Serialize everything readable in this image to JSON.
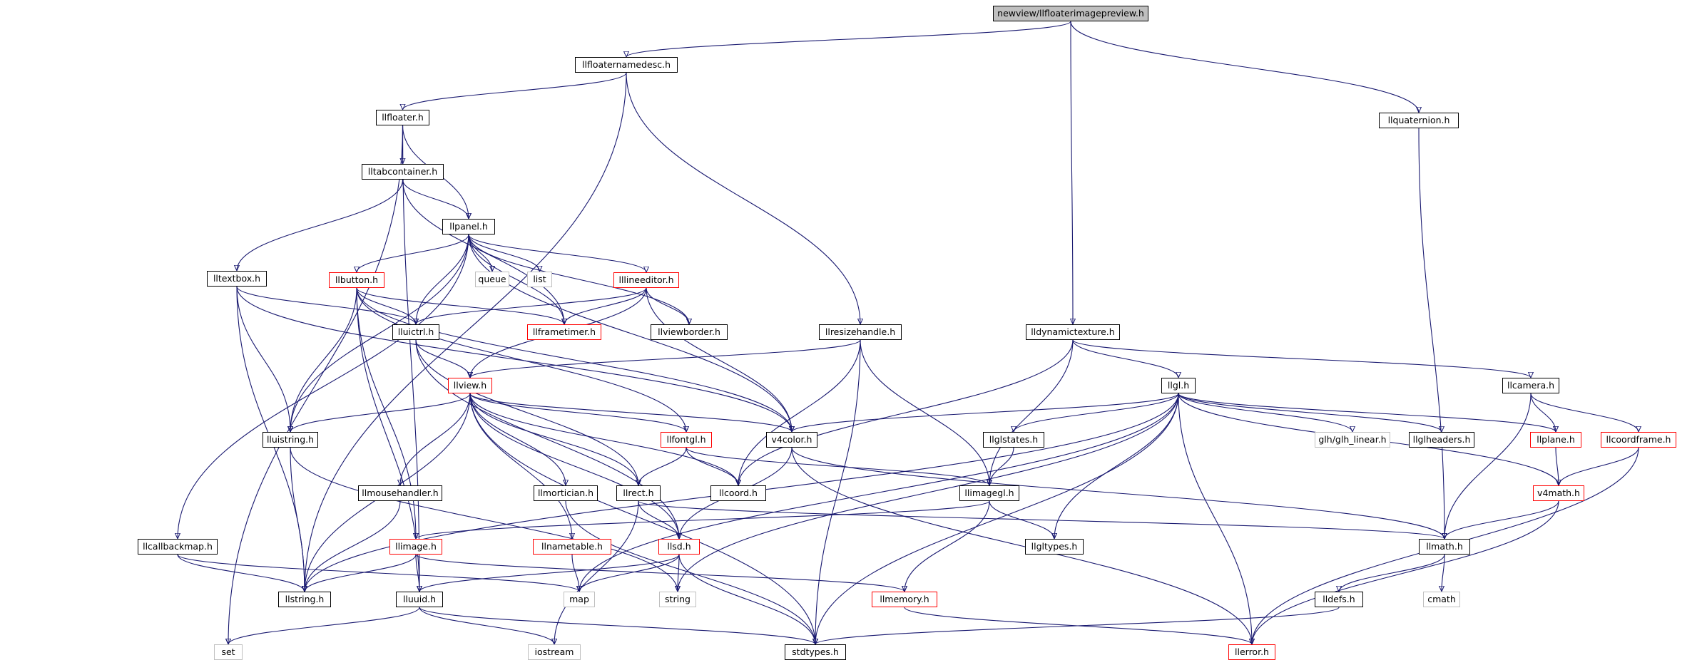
{
  "graph_title": "newview/llfloaterimagepreview.h",
  "colors": {
    "edge": "#191970",
    "node_border": "#000000",
    "undocumented_border": "#ff0000",
    "system_border": "#bfbfbf",
    "root_fill": "#bfbfbf"
  },
  "nodes": {
    "root": "newview/llfloaterimagepreview.h",
    "llfloaternamedesc": "llfloaternamedesc.h",
    "llquaternion": "llquaternion.h",
    "llfloater": "llfloater.h",
    "lltabcontainer": "lltabcontainer.h",
    "llpanel": "llpanel.h",
    "lltextbox": "lltextbox.h",
    "llbutton": "llbutton.h",
    "queue": "queue",
    "list": "list",
    "lllineeditor": "lllineeditor.h",
    "llresizehandle": "llresizehandle.h",
    "lldynamictexture": "lldynamictexture.h",
    "lluictrl": "lluictrl.h",
    "llframetimer": "llframetimer.h",
    "llviewborder": "llviewborder.h",
    "llview": "llview.h",
    "llgl": "llgl.h",
    "llcamera": "llcamera.h",
    "lluistring": "lluistring.h",
    "llfontgl": "llfontgl.h",
    "v4color": "v4color.h",
    "llglstates": "llglstates.h",
    "glh_linear": "glh/glh_linear.h",
    "llglheaders": "llglheaders.h",
    "llplane": "llplane.h",
    "llcoordframe": "llcoordframe.h",
    "llmousehandler": "llmousehandler.h",
    "llmortician": "llmortician.h",
    "llrect": "llrect.h",
    "llcoord": "llcoord.h",
    "llimagegl": "llimagegl.h",
    "v4math": "v4math.h",
    "llcallbackmap": "llcallbackmap.h",
    "llimage": "llimage.h",
    "llnametable": "llnametable.h",
    "llsd": "llsd.h",
    "llgltypes": "llgltypes.h",
    "llmath": "llmath.h",
    "llstring": "llstring.h",
    "lluuid": "lluuid.h",
    "map": "map",
    "string": "string",
    "llmemory": "llmemory.h",
    "lldefs": "lldefs.h",
    "cmath": "cmath",
    "set": "set",
    "iostream": "iostream",
    "stdtypes": "stdtypes.h",
    "llerror": "llerror.h"
  }
}
